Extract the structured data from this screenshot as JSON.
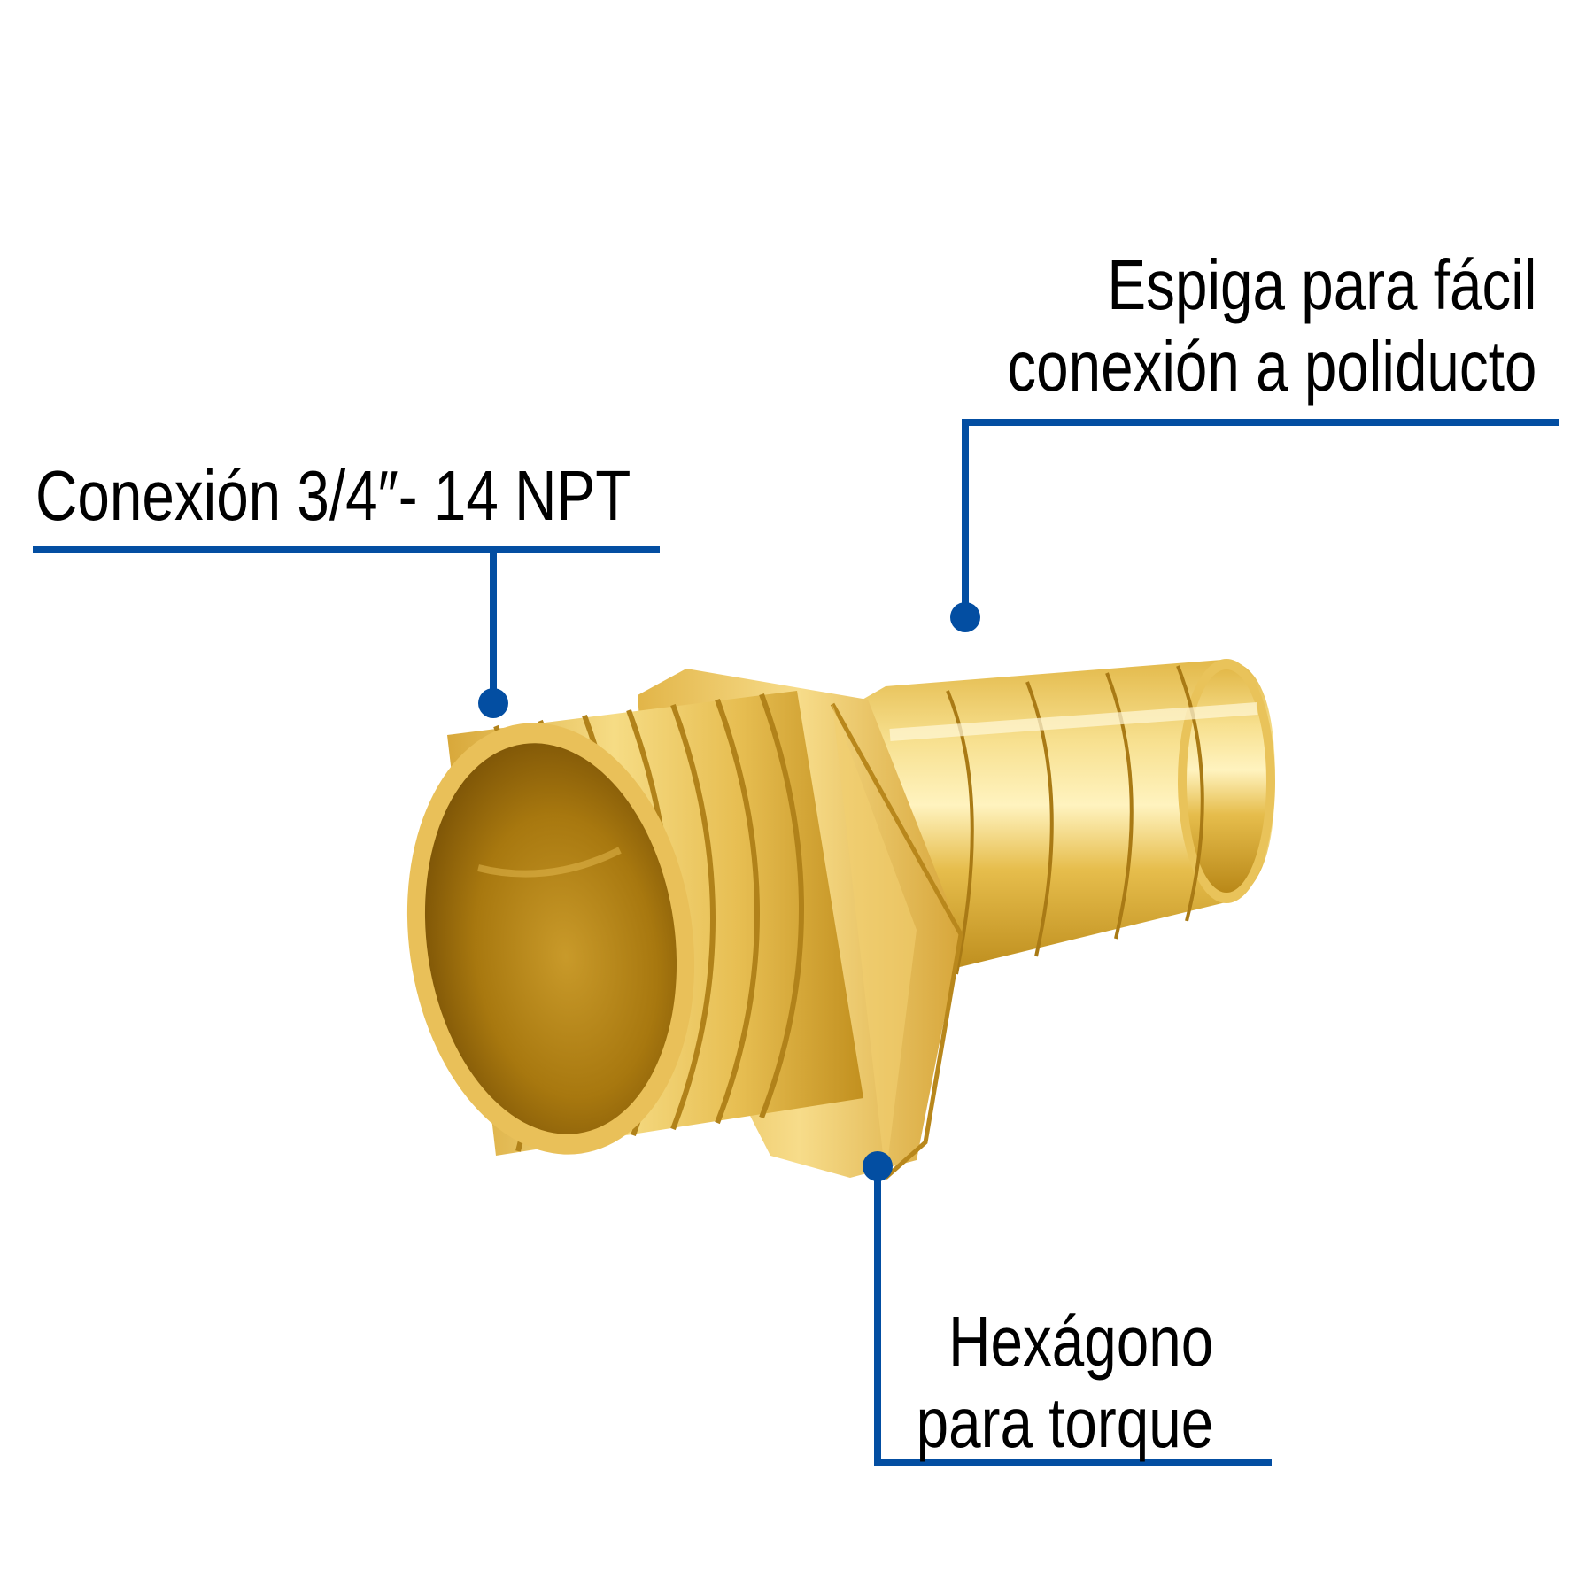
{
  "callouts": {
    "thread": {
      "text": "Conexión 3/4″- 14 NPT"
    },
    "barb": {
      "line1": "Espiga para fácil",
      "line2": "conexión a poliducto"
    },
    "hex": {
      "line1": "Hexágono",
      "line2": "para torque"
    }
  },
  "colors": {
    "accent": "#034ea2",
    "brass_light": "#f3d37a",
    "brass_mid": "#d9a93a",
    "brass_dark": "#9a6a10",
    "text": "#000000",
    "background": "#ffffff"
  },
  "product": {
    "description": "Brass male NPT hose barb adapter with hexagon"
  }
}
